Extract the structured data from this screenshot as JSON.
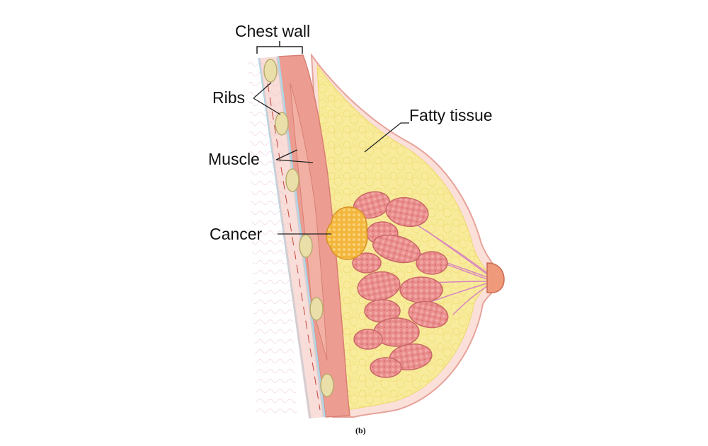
{
  "labels": {
    "chest_wall": "Chest wall",
    "ribs": "Ribs",
    "muscle": "Muscle",
    "cancer": "Cancer",
    "fatty_tissue": "Fatty tissue"
  },
  "caption": "(b)",
  "colors": {
    "background": "#ffffff",
    "skin_outline": "#e7a39a",
    "skin_fill": "#fbe0da",
    "fat": "#f8ec9c",
    "muscle": "#ec9c90",
    "rib": "#eadfa8",
    "lobule": "#ea8e8e",
    "tumor": "#f3b63c",
    "nipple": "#ef9a7a",
    "ducts": "#d886c0",
    "fascia": "#a8d8ea",
    "leader": "#222222"
  }
}
